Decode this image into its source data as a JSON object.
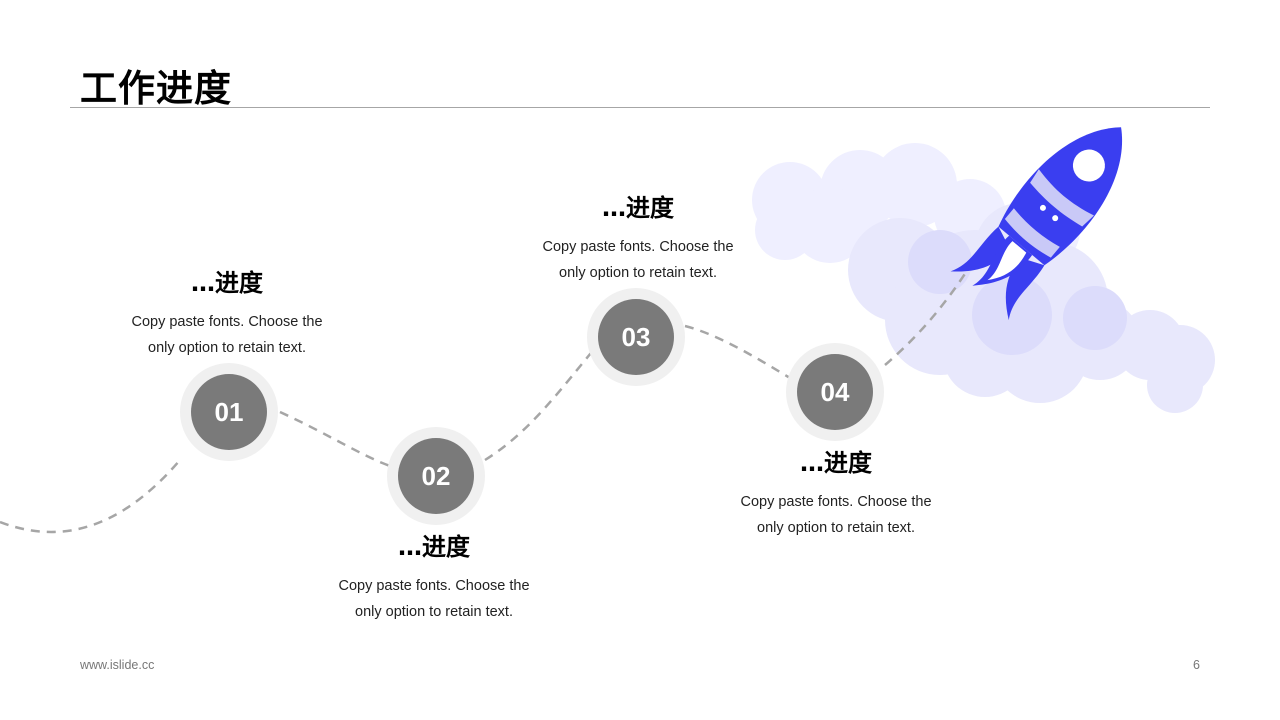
{
  "title": "工作进度",
  "steps": [
    {
      "num": "01",
      "heading": "…进度",
      "line1": "Copy paste fonts. Choose the",
      "line2": "only option to retain text."
    },
    {
      "num": "02",
      "heading": "…进度",
      "line1": "Copy paste fonts. Choose the",
      "line2": "only option to retain text."
    },
    {
      "num": "03",
      "heading": "…进度",
      "line1": "Copy paste fonts. Choose the",
      "line2": "only option to retain text."
    },
    {
      "num": "04",
      "heading": "…进度",
      "line1": "Copy paste fonts. Choose the",
      "line2": "only option to retain text."
    }
  ],
  "footer": {
    "website": "www.islide.cc",
    "page": "6"
  },
  "colors": {
    "rocket": "#3a3ef0",
    "cloud": "#e6e6fb",
    "step_circle": "#7a7a7a",
    "path": "#a6a6a6"
  }
}
